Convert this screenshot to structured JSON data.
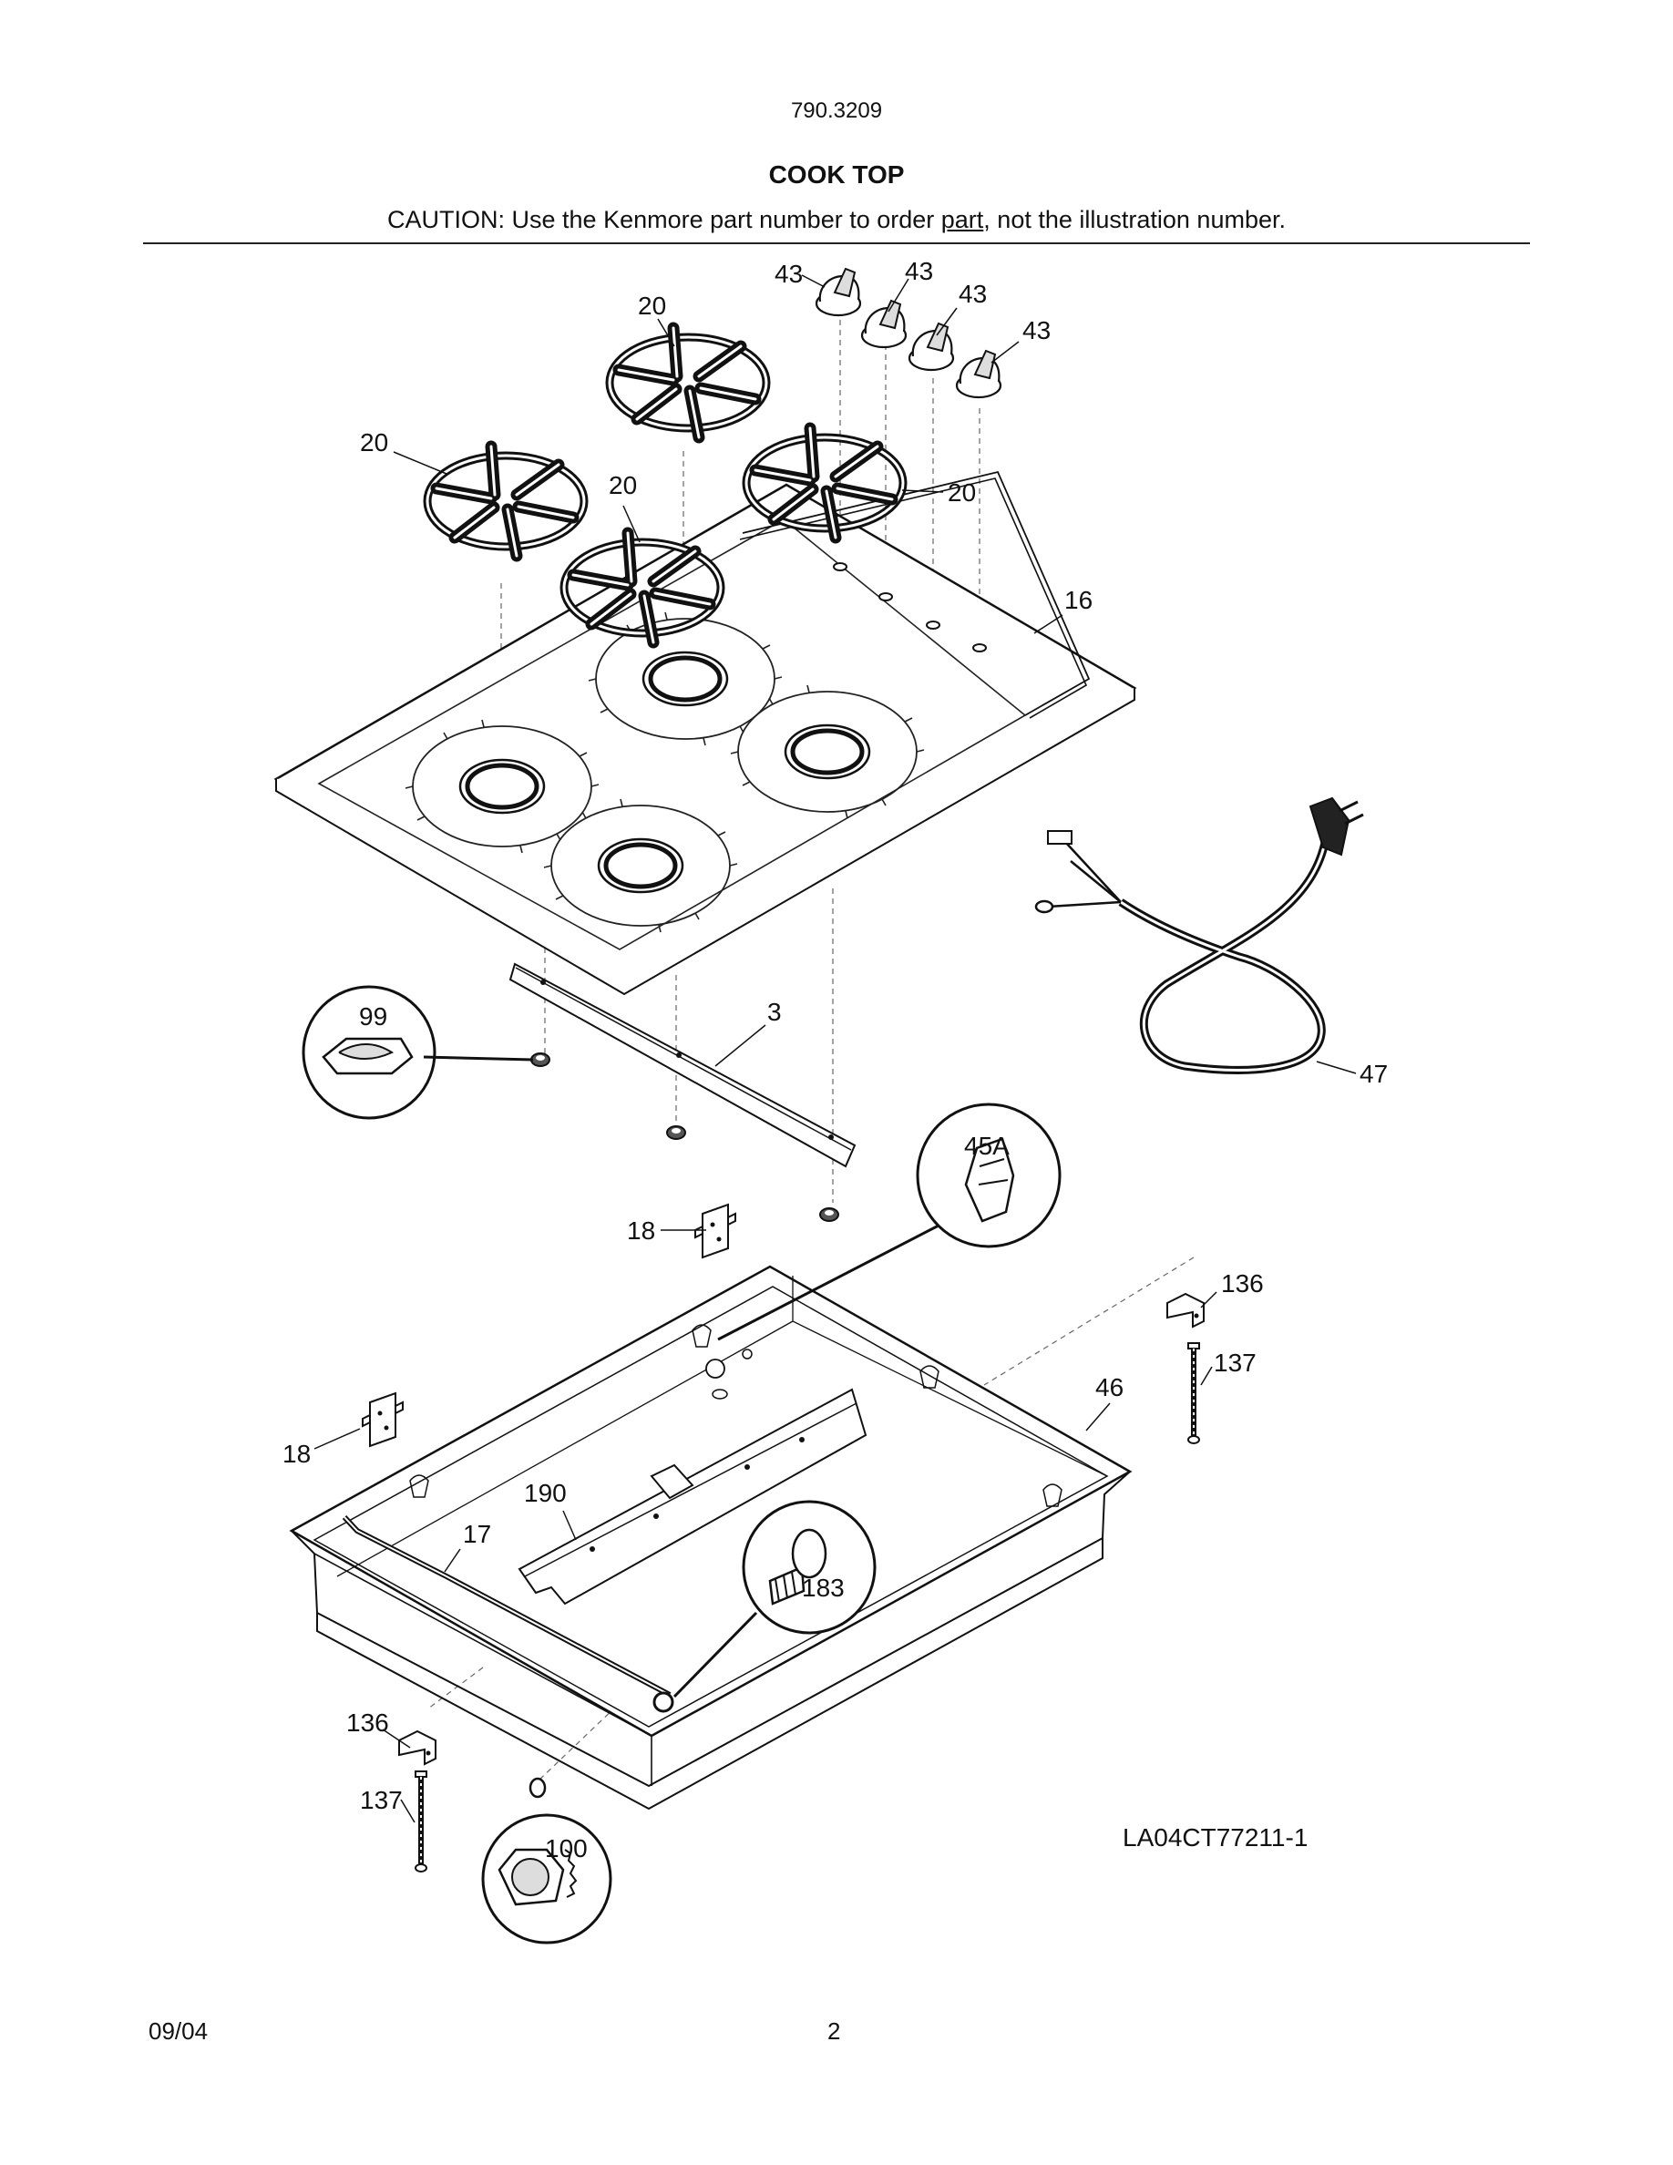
{
  "header": {
    "model": "790.3209",
    "title": "COOK TOP",
    "caution_pre": "CAUTION: Use the Kenmore part number to order ",
    "caution_underlined": "part",
    "caution_post": ", not the illustration number."
  },
  "diagram": {
    "callouts": {
      "knob_a": "43",
      "knob_b": "43",
      "knob_c": "43",
      "knob_d": "43",
      "grate_back_left": "20",
      "grate_left": "20",
      "grate_center": "20",
      "grate_right": "20",
      "control_panel": "16",
      "clip_99": "99",
      "rail_3": "3",
      "power_cord": "47",
      "connector_45a": "45A",
      "hinge_right": "18",
      "hinge_left": "18",
      "bracket_right": "136",
      "screw_right": "137",
      "burner_box": "46",
      "manifold": "190",
      "wire_17": "17",
      "valve_183": "183",
      "bracket_left": "136",
      "screw_left": "137",
      "nut_100": "100"
    },
    "drawing_id": "LA04CT77211-1"
  },
  "footer": {
    "date": "09/04",
    "page": "2"
  }
}
